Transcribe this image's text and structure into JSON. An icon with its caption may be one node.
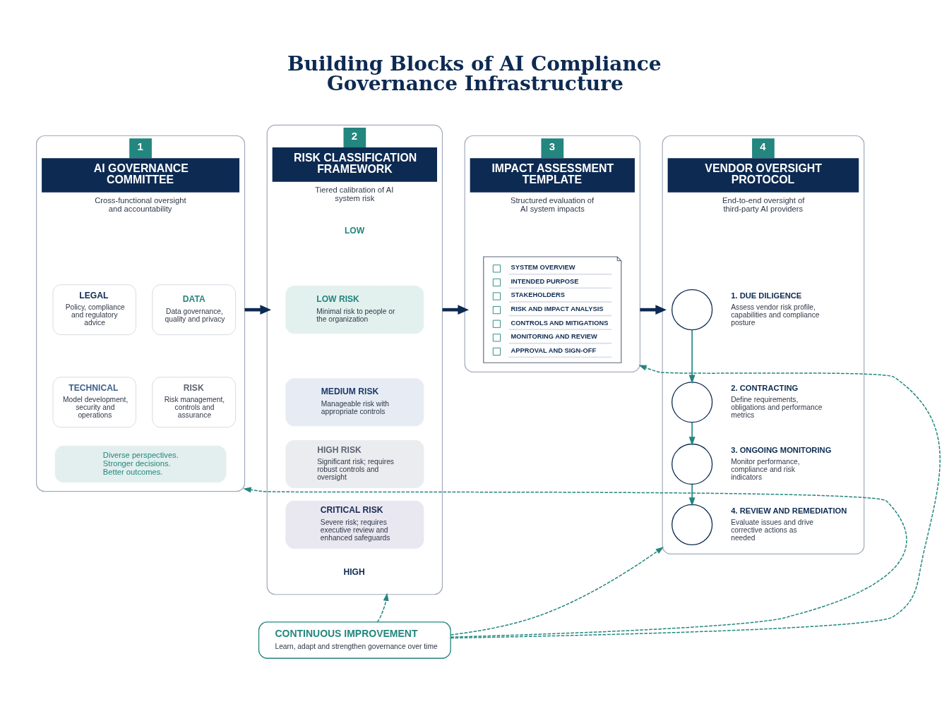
{
  "diagram": {
    "title": "Building Blocks of AI Compliance Governance Infrastructure",
    "nodes": [
      {
        "text": [
          "1",
          "AI GOVERNANCE COMMITTEE",
          "Cross-functional oversight and accountability"
        ]
      },
      {
        "text": [
          "LEGAL",
          "Policy, compliance and regulatory advice"
        ],
        "in": 0
      },
      {
        "text": [
          "DATA",
          "Data governance, quality and privacy"
        ],
        "in": 0
      },
      {
        "text": [
          "TECHNICAL",
          "Model development, security and operations"
        ],
        "in": 0
      },
      {
        "text": [
          "RISK",
          "Risk management, controls and assurance"
        ],
        "in": 0
      },
      {
        "text": [
          "Diverse perspectives. Stronger decisions. Better outcomes."
        ],
        "in": 0
      },
      {
        "text": [
          "2",
          "RISK CLASSIFICATION FRAMEWORK",
          "Tiered calibration of AI system risk"
        ]
      },
      {
        "text": [
          "LOW RISK",
          "Minimal risk to people or the organization"
        ],
        "in": 6
      },
      {
        "text": [
          "MEDIUM RISK",
          "Manageable risk with appropriate controls"
        ],
        "in": 6
      },
      {
        "text": [
          "HIGH RISK",
          "Significant risk; requires robust controls and oversight"
        ],
        "in": 6
      },
      {
        "text": [
          "CRITICAL RISK",
          "Severe risk; requires executive review and enhanced safeguards"
        ],
        "in": 6
      },
      {
        "text": [
          "3",
          "IMPACT ASSESSMENT TEMPLATE",
          "Structured evaluation of AI system impacts"
        ]
      },
      {
        "text": [
          "SYSTEM OVERVIEW",
          "INTENDED PURPOSE",
          "STAKEHOLDERS",
          "RISK AND IMPACT ANALYSIS",
          "CONTROLS AND MITIGATIONS",
          "MONITORING AND REVIEW",
          "APPROVAL AND SIGN-OFF"
        ],
        "in": 11
      },
      {
        "text": [
          "4",
          "VENDOR OVERSIGHT PROTOCOL",
          "End-to-end oversight of third-party AI providers"
        ]
      },
      {
        "text": [],
        "shape": "circle",
        "in": 13,
        "beside": [
          "1. DUE DILIGENCE",
          "Assess vendor risk profile, capabilities and compliance posture"
        ]
      },
      {
        "text": [],
        "shape": "circle",
        "in": 13,
        "beside": [
          "2. CONTRACTING",
          "Define requirements, obligations and performance metrics"
        ]
      },
      {
        "text": [],
        "shape": "circle",
        "in": 13,
        "beside": [
          "3. ONGOING MONITORING",
          "Monitor performance, compliance and risk indicators"
        ]
      },
      {
        "text": [],
        "shape": "circle",
        "in": 13,
        "beside": [
          "4. REVIEW AND REMEDIATION",
          "Evaluate issues and drive corrective actions as needed"
        ]
      },
      {
        "text": [
          "CONTINUOUS IMPROVEMENT",
          "Learn, adapt and strengthen governance over time"
        ]
      }
    ],
    "edges": [
      {
        "from": 0,
        "to": 6,
        "arrow": "to",
        "style": "thick",
        "color": "#0d2a52"
      },
      {
        "from": 6,
        "to": 11,
        "arrow": "to",
        "style": "thick",
        "color": "#0d2a52"
      },
      {
        "from": 11,
        "to": 13,
        "arrow": "to",
        "style": "thick",
        "color": "#0d2a52"
      },
      {
        "from": 14,
        "to": 15,
        "arrow": "to"
      },
      {
        "from": 15,
        "to": 16,
        "arrow": "to"
      },
      {
        "from": 16,
        "to": 17,
        "arrow": "to"
      },
      {
        "from": 18,
        "to": 0,
        "arrow": "to",
        "style": "dashed"
      },
      {
        "from": 18,
        "to": 6,
        "arrow": "to",
        "style": "dashed"
      },
      {
        "from": 18,
        "to": 11,
        "arrow": "to",
        "style": "dashed"
      },
      {
        "from": 18,
        "to": 13,
        "arrow": "to",
        "style": "dashed"
      }
    ],
    "labels": [
      "LOW",
      "HIGH"
    ]
  }
}
